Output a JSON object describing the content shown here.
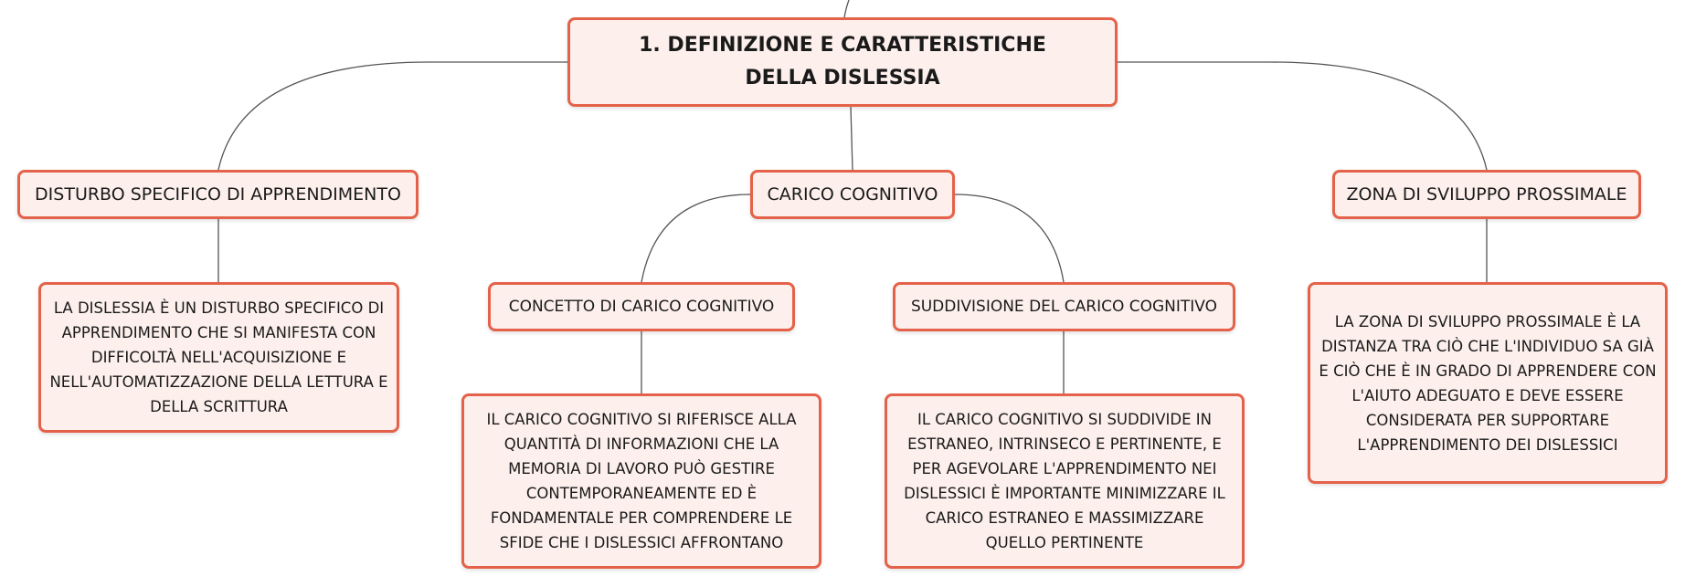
{
  "colors": {
    "node_fill": "#fdf0ec",
    "node_border": "#e5624a",
    "connector": "#555555",
    "background": "#ffffff"
  },
  "root": {
    "title": "1. DEFINIZIONE E CARATTERISTICHE DELLA DISLESSIA"
  },
  "topics": {
    "dsa": "DISTURBO SPECIFICO DI APPRENDIMENTO",
    "carico_cognitivo": "CARICO COGNITIVO",
    "zsp": "ZONA DI SVILUPPO PROSSIMALE",
    "concetto_cc": "CONCETTO DI CARICO COGNITIVO",
    "suddivisione_cc": "SUDDIVISIONE DEL CARICO COGNITIVO"
  },
  "details": {
    "dsa": "LA DISLESSIA È UN DISTURBO SPECIFICO DI APPRENDIMENTO CHE SI MANIFESTA CON DIFFICOLTÀ NELL'ACQUISIZIONE E NELL'AUTOMATIZZAZIONE DELLA LETTURA E DELLA SCRITTURA",
    "concetto_cc": "IL CARICO COGNITIVO SI RIFERISCE ALLA QUANTITÀ DI INFORMAZIONI CHE LA MEMORIA DI LAVORO PUÒ GESTIRE CONTEMPORANEAMENTE ED È FONDAMENTALE PER COMPRENDERE LE SFIDE CHE I DISLESSICI AFFRONTANO",
    "suddivisione_cc": "IL CARICO COGNITIVO SI SUDDIVIDE IN ESTRANEO, INTRINSECO E PERTINENTE, E PER AGEVOLARE L'APPRENDIMENTO NEI DISLESSICI È IMPORTANTE MINIMIZZARE IL CARICO ESTRANEO E MASSIMIZZARE QUELLO PERTINENTE",
    "zsp": "LA ZONA DI SVILUPPO PROSSIMALE È LA DISTANZA TRA CIÒ CHE L'INDIVIDUO SA GIÀ E CIÒ CHE È IN GRADO DI APPRENDERE CON L'AIUTO ADEGUATO E DEVE ESSERE CONSIDERATA PER SUPPORTARE L'APPRENDIMENTO DEI DISLESSICI"
  }
}
